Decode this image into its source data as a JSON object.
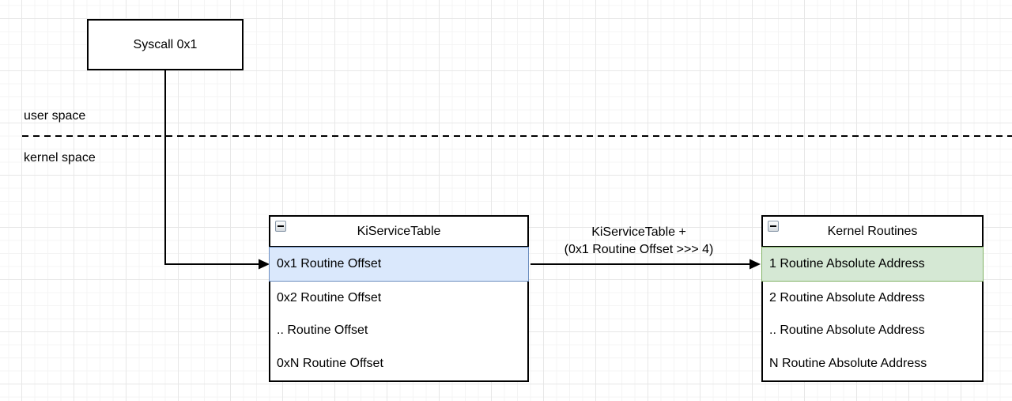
{
  "colors": {
    "stroke": "#000000",
    "highlight_blue_fill": "#dae8fc",
    "highlight_blue_border": "#6c8ebf",
    "highlight_green_fill": "#d5e8d4",
    "highlight_green_border": "#82b366",
    "grid_minor": "#f4f4f4",
    "grid_major": "#e7e7e7",
    "canvas_background": "#ffffff"
  },
  "syscall_box": {
    "label": "Syscall 0x1"
  },
  "space_labels": {
    "user": "user space",
    "kernel": "kernel space"
  },
  "edge_label": {
    "line1": "KiServiceTable +",
    "line2": "(0x1 Routine Offset >>> 4)"
  },
  "ki_service_table": {
    "title": "KiServiceTable",
    "rows": [
      "0x1 Routine Offset",
      "0x2 Routine Offset",
      ".. Routine Offset",
      "0xN Routine Offset"
    ],
    "highlighted_row": "0x1 Routine Offset"
  },
  "kernel_routines": {
    "title": "Kernel Routines",
    "rows": [
      "1 Routine Absolute Address",
      "2 Routine Absolute Address",
      ".. Routine Absolute Address",
      "N Routine Absolute Address"
    ],
    "highlighted_row": "1 Routine Absolute Address"
  }
}
